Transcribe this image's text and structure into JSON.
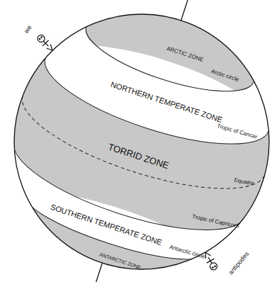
{
  "diagram": {
    "nodes": [
      {
        "text": [
          "ARCTIC ZONE"
        ]
      },
      {
        "text": [
          "NORTHERN TEMPERATE ZONE"
        ]
      },
      {
        "text": [
          "TORRID ZONE"
        ]
      },
      {
        "text": [
          "SOUTHERN TEMPERATE ZONE"
        ]
      },
      {
        "text": [
          "ANTARCTIC ZONE"
        ]
      }
    ],
    "labels": [
      "we",
      "Arctic circle",
      "Tropic of Cancer",
      "Equator",
      "Tropic of Capricorn",
      "Antarctic circle",
      "antipodes"
    ]
  }
}
